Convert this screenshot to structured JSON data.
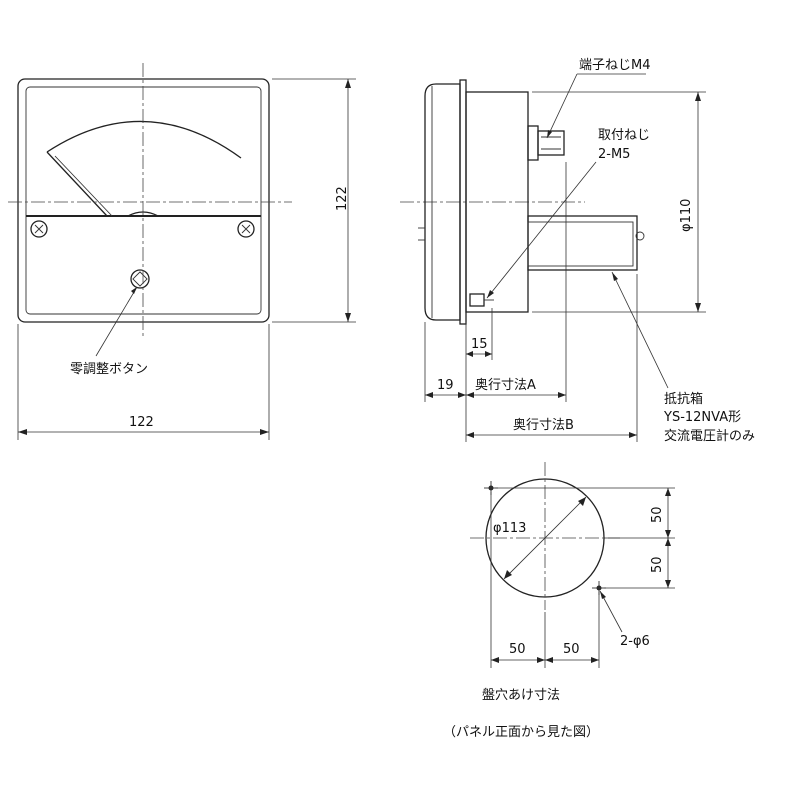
{
  "labels": {
    "zero_adjust": "零調整ボタン",
    "width_dim": "122",
    "height_dim": "122",
    "terminal_screw": "端子ねじM4",
    "mount_screw_1": "取付ねじ",
    "mount_screw_2": "2-M5",
    "diameter_110": "φ110",
    "dim_15": "15",
    "dim_19": "19",
    "depth_a": "奥行寸法A",
    "depth_b": "奥行寸法B",
    "resistor_1": "抵抗箱",
    "resistor_2": "YS-12NVA形",
    "resistor_3": "交流電圧計のみ",
    "hole_diameter": "φ113",
    "dim_50_top": "50",
    "dim_50_bottom": "50",
    "dim_50_left": "50",
    "dim_50_right": "50",
    "hole_count": "2-φ6",
    "cutout_title": "盤穴あけ寸法",
    "cutout_note": "（パネル正面から見た図）"
  }
}
